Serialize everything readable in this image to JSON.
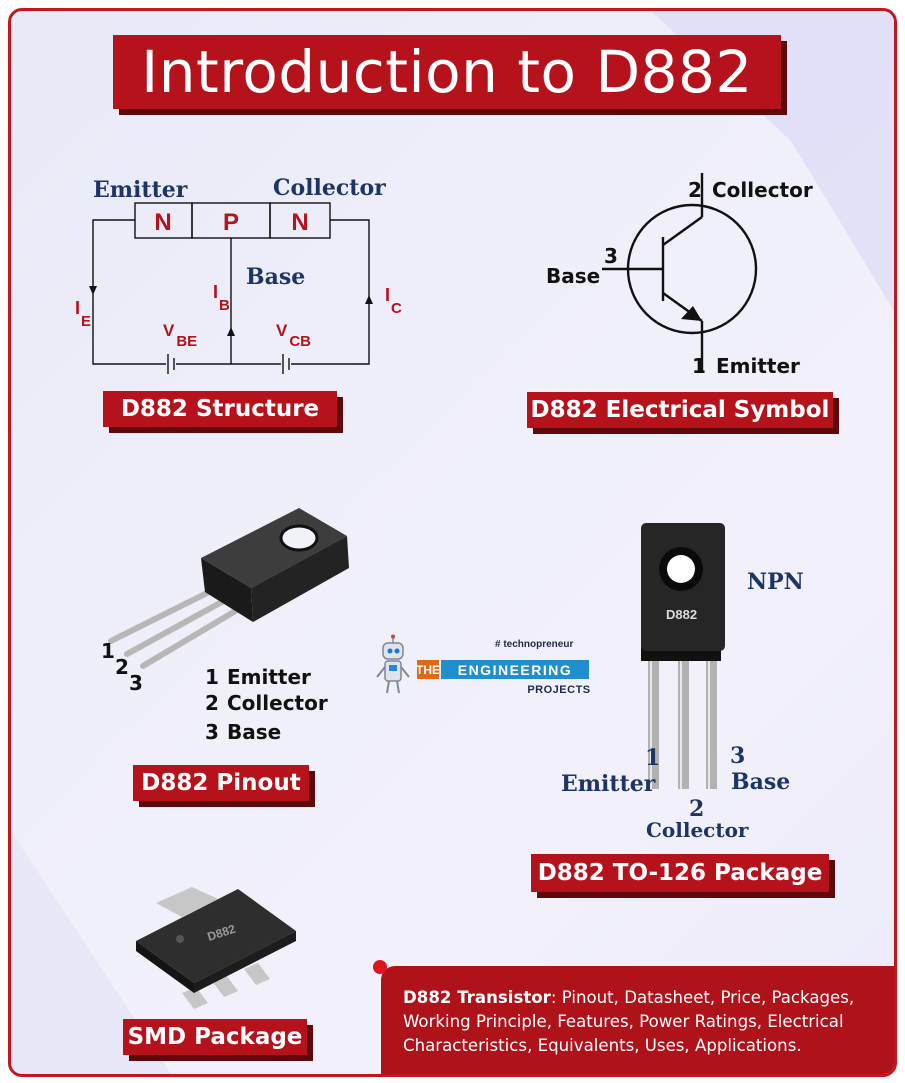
{
  "title": "Introduction to D882",
  "captions": {
    "structure": "D882 Structure",
    "symbol": "D882 Electrical Symbol",
    "pinout": "D882 Pinout",
    "package": "D882 TO-126 Package",
    "smd": "SMD Package"
  },
  "structure": {
    "emitter": "Emitter",
    "collector": "Collector",
    "base": "Base",
    "regions": [
      "N",
      "P",
      "N"
    ],
    "ie": {
      "main": "I",
      "sub": "E"
    },
    "ib": {
      "main": "I",
      "sub": "B"
    },
    "ic": {
      "main": "I",
      "sub": "C"
    },
    "vbe": {
      "main": "V",
      "sub": "BE"
    },
    "vcb": {
      "main": "V",
      "sub": "CB"
    }
  },
  "symbol": {
    "collector_num": "2",
    "collector": "Collector",
    "base_num": "3",
    "base": "Base",
    "emitter_num": "1",
    "emitter": "Emitter"
  },
  "pinout": {
    "pin_numbers": [
      "1",
      "2",
      "3"
    ],
    "legend": [
      {
        "num": "1",
        "name": "Emitter"
      },
      {
        "num": "2",
        "name": "Collector"
      },
      {
        "num": "3",
        "name": "Base"
      }
    ]
  },
  "logo": {
    "tag": "# technopreneur",
    "the": "THE",
    "engineering": "ENGINEERING",
    "projects": "PROJECTS"
  },
  "package": {
    "type": "NPN",
    "marking": "D882",
    "emitter_num": "1",
    "emitter": "Emitter",
    "collector_num": "2",
    "collector": "Collector",
    "base_num": "3",
    "base": "Base"
  },
  "smd": {
    "marking": "D882"
  },
  "info": {
    "bold": "D882 Transistor",
    "text": ": Pinout, Datasheet, Price, Packages, Working Principle, Features, Power Ratings, Electrical Characteristics, Equivalents, Uses, Applications."
  }
}
